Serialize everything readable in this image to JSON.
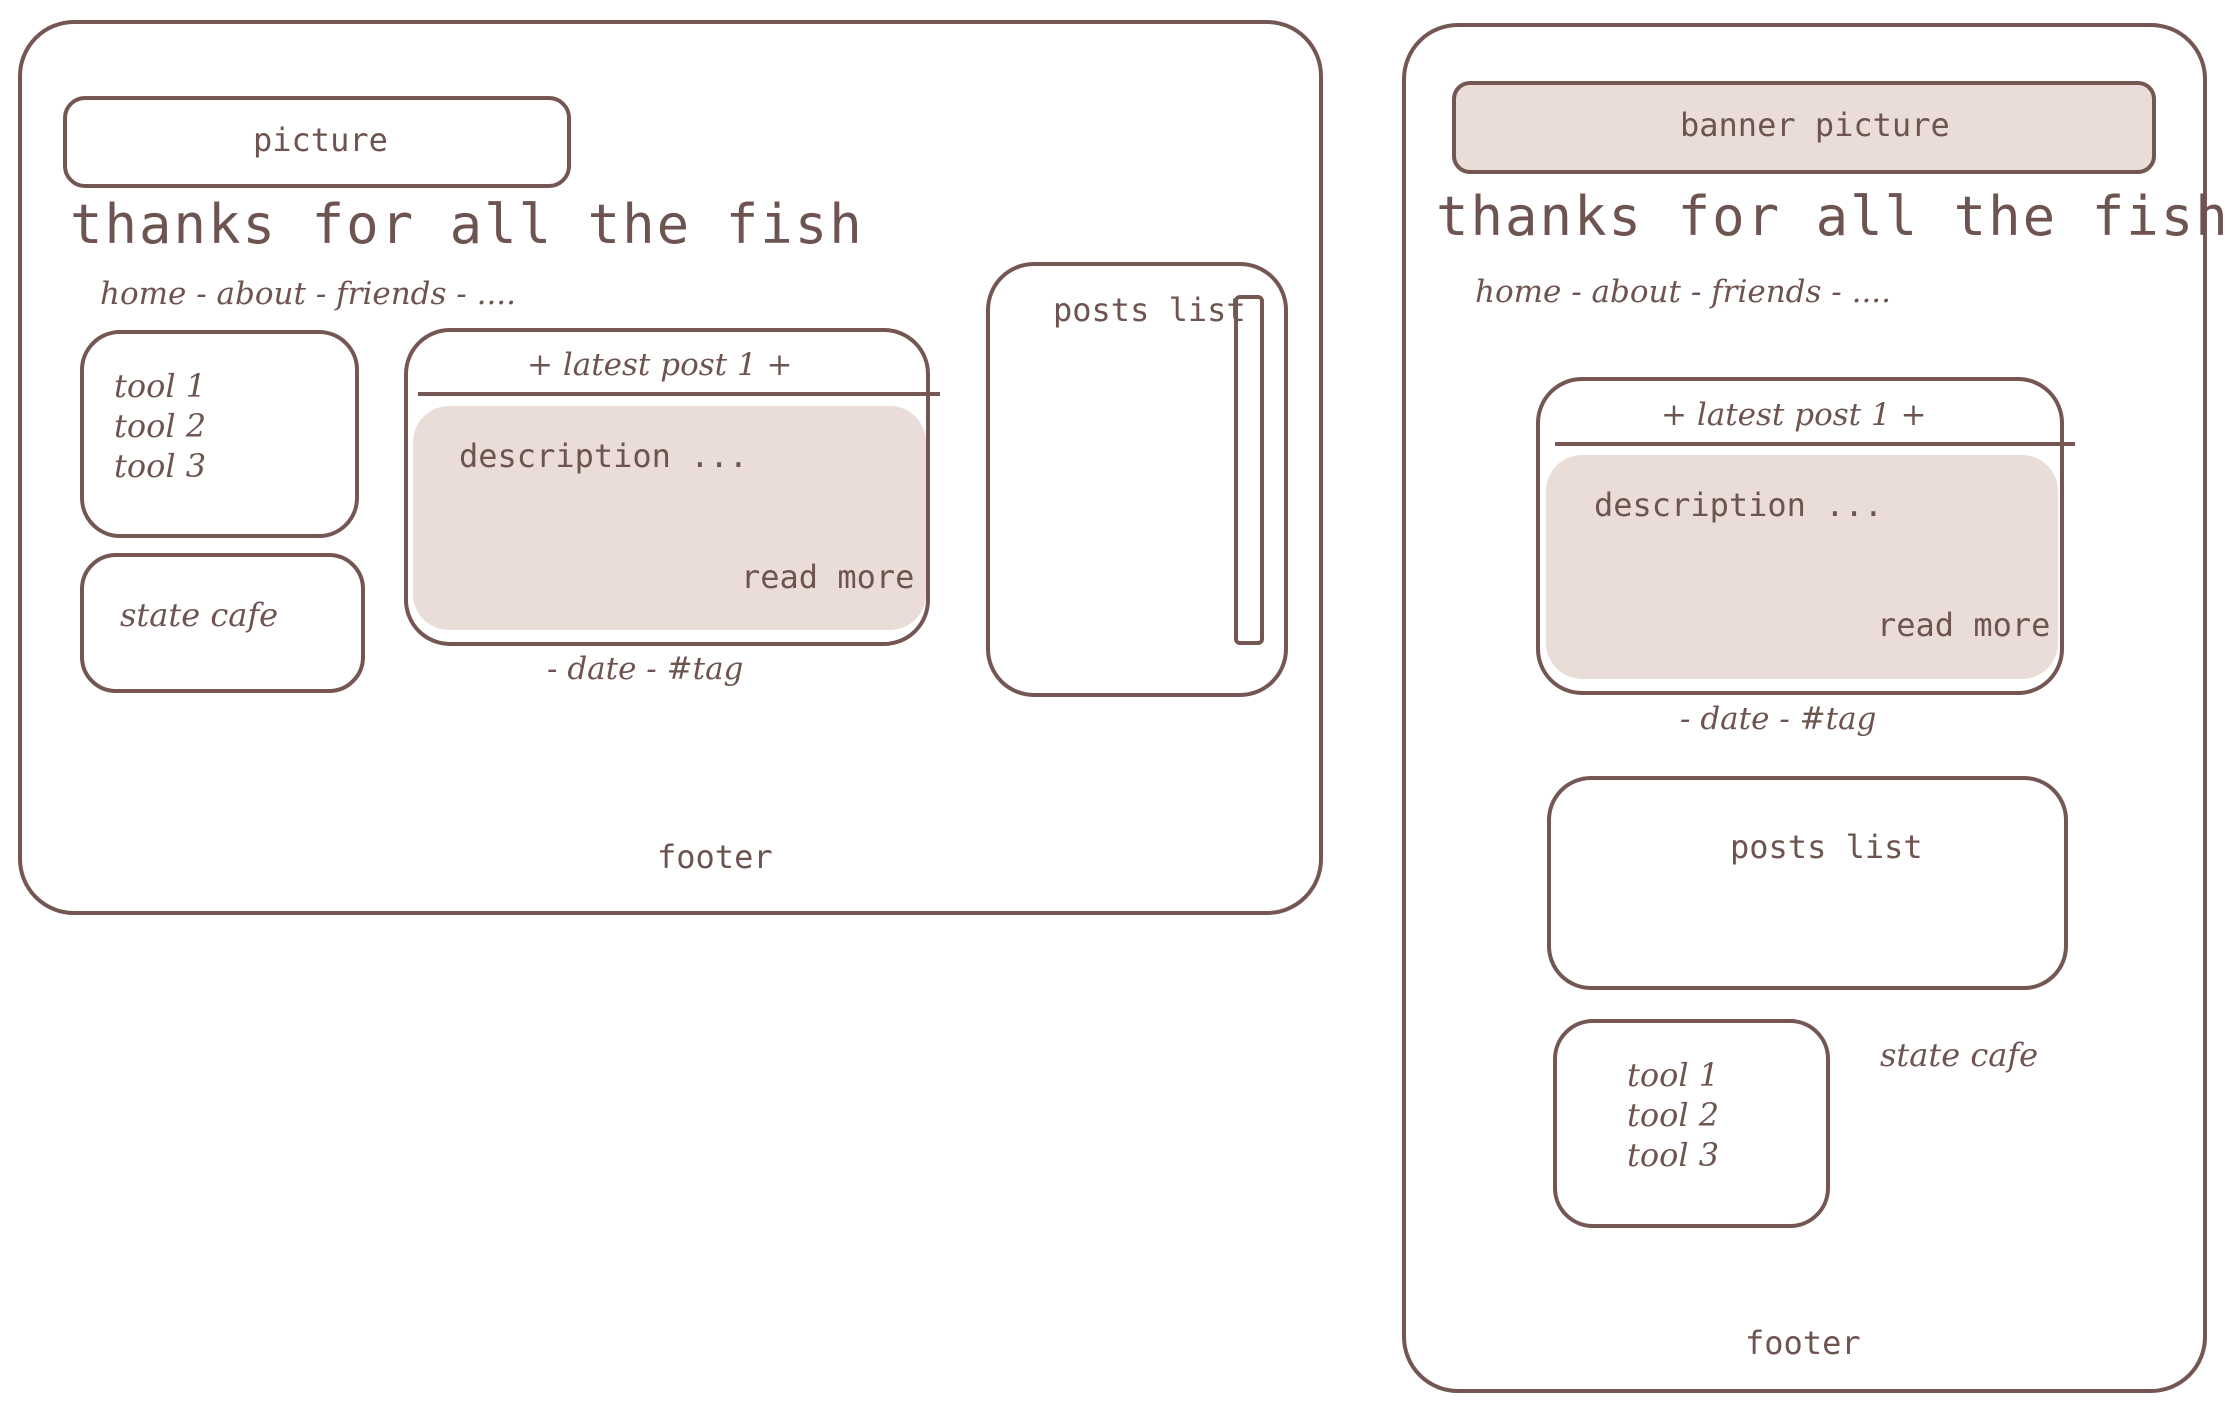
{
  "desktop": {
    "picture": "picture",
    "title": "thanks for all the fish",
    "nav": "home - about - friends - ....",
    "tools": [
      "tool 1",
      "tool 2",
      "tool 3"
    ],
    "state": "state cafe",
    "post": {
      "heading": "+ latest post 1 +",
      "description": "description ...",
      "read_more": "read more",
      "meta": "- date -  #tag"
    },
    "posts_list": "posts list",
    "footer": "footer"
  },
  "mobile": {
    "banner": "banner picture",
    "title": "thanks for all the fish",
    "nav": "home - about - friends - ....",
    "post": {
      "heading": "+ latest post 1 +",
      "description": "description ...",
      "read_more": "read more",
      "meta": "- date -  #tag"
    },
    "posts_list": "posts list",
    "tools": [
      "tool 1",
      "tool 2",
      "tool 3"
    ],
    "state": "state cafe",
    "footer": "footer"
  },
  "colors": {
    "stroke": "#745653",
    "fill": "#eaddd8",
    "text": "#6e5450"
  }
}
